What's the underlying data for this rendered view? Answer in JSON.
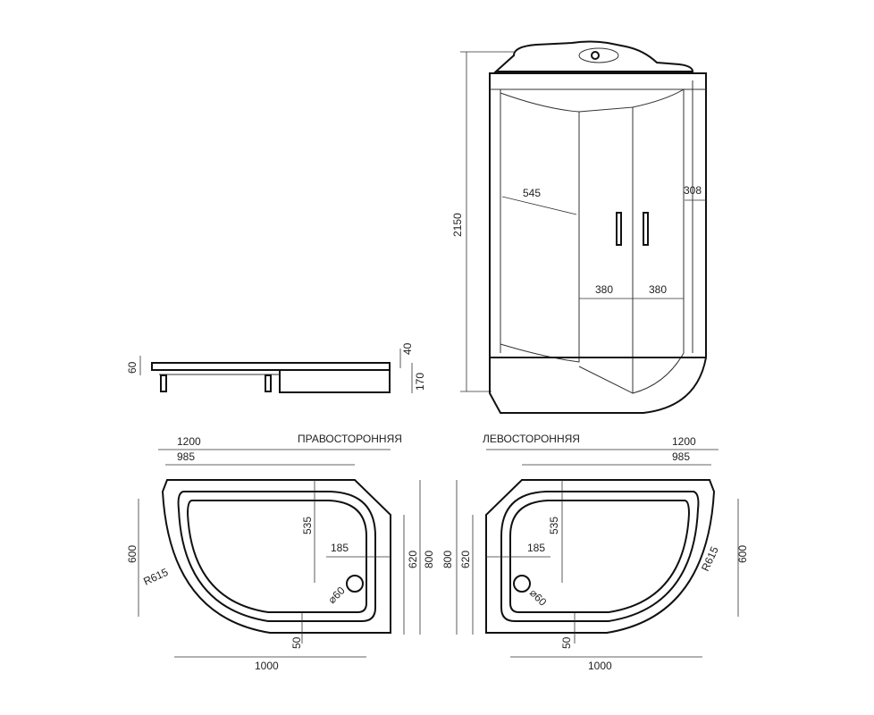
{
  "cabin": {
    "height": "2150",
    "panel_width": "545",
    "side_depth": "308",
    "door_left": "380",
    "door_right": "380"
  },
  "tray_side": {
    "tray_height": "60",
    "rim": "40",
    "total_height": "170"
  },
  "right_tray": {
    "title": "ПРАВОСТОРОННЯЯ",
    "width": "1200",
    "flat_width": "985",
    "depth": "800",
    "side_depth": "620",
    "inner_depth": "600",
    "radius": "R615",
    "drain_y": "535",
    "drain_x": "185",
    "drain_diameter": "⌀60",
    "edge": "50",
    "inner_width": "1000"
  },
  "left_tray": {
    "title": "ЛЕВОСТОРОННЯЯ",
    "width": "1200",
    "flat_width": "985",
    "depth": "800",
    "side_depth": "620",
    "inner_depth": "600",
    "radius": "R615",
    "drain_y": "535",
    "drain_x": "185",
    "drain_diameter": "⌀60",
    "edge": "50",
    "inner_width": "1000"
  }
}
